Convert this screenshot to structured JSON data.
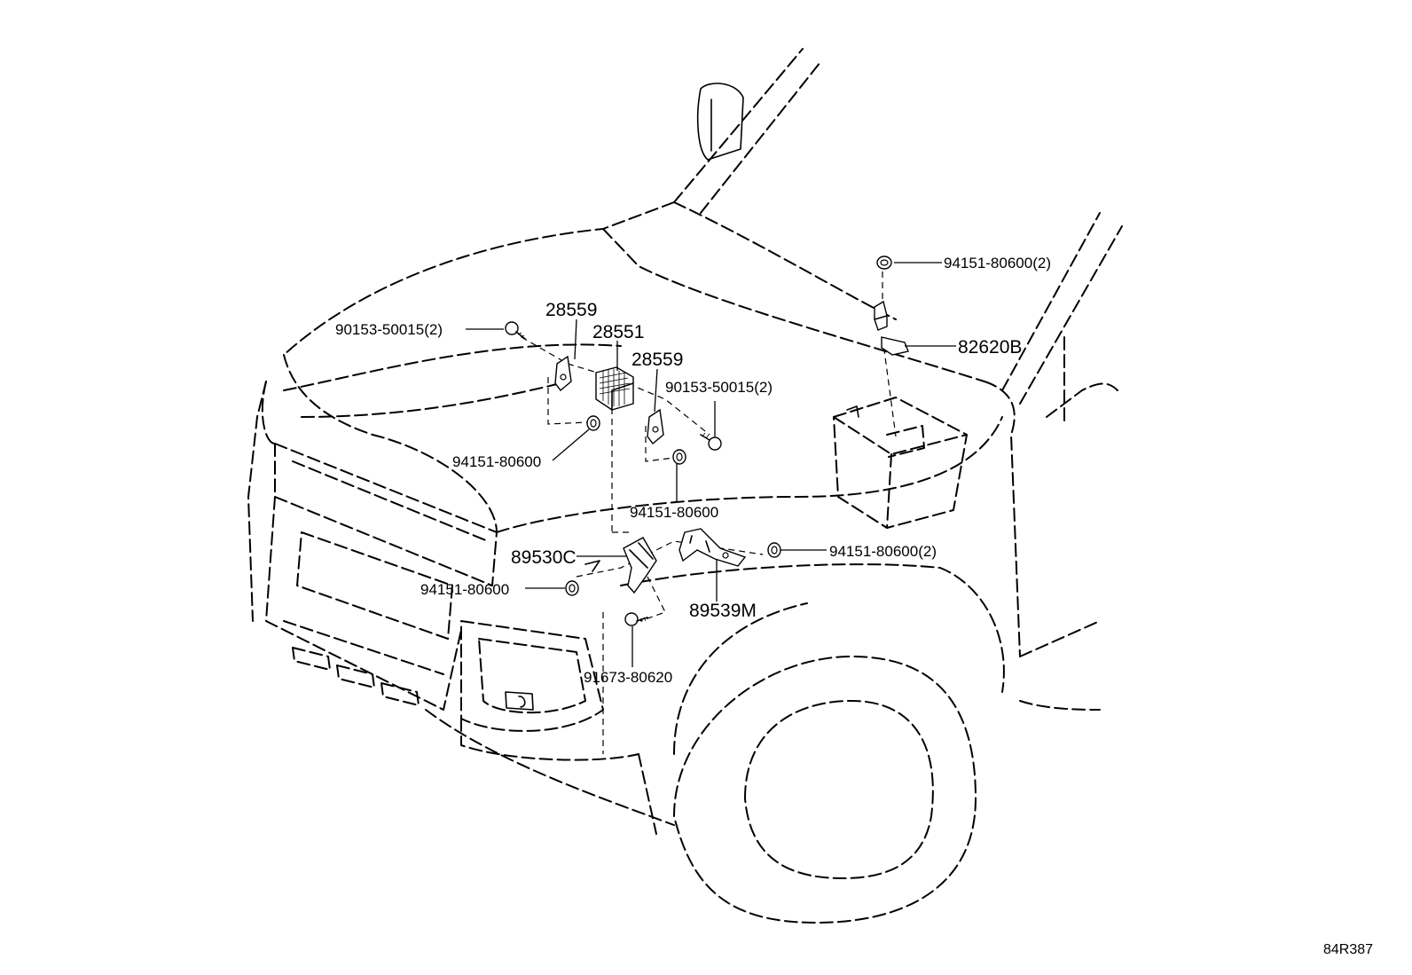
{
  "labels": {
    "nut_top_right": "94151-80600(2)",
    "bracket_82620B": "82620B",
    "bolt_left": "90153-50015(2)",
    "sensor_left_bracket": "28559",
    "controller": "28551",
    "sensor_right_bracket": "28559",
    "bolt_right": "90153-50015(2)",
    "nut_left": "94151-80600",
    "nut_center": "94151-80600",
    "sensor_89530C": "89530C",
    "nut_right_pair": "94151-80600(2)",
    "nut_lower_left": "94151-80600",
    "sensor_89539M": "89539M",
    "bolt_lower": "91673-80620"
  },
  "reference_code": "84R387"
}
